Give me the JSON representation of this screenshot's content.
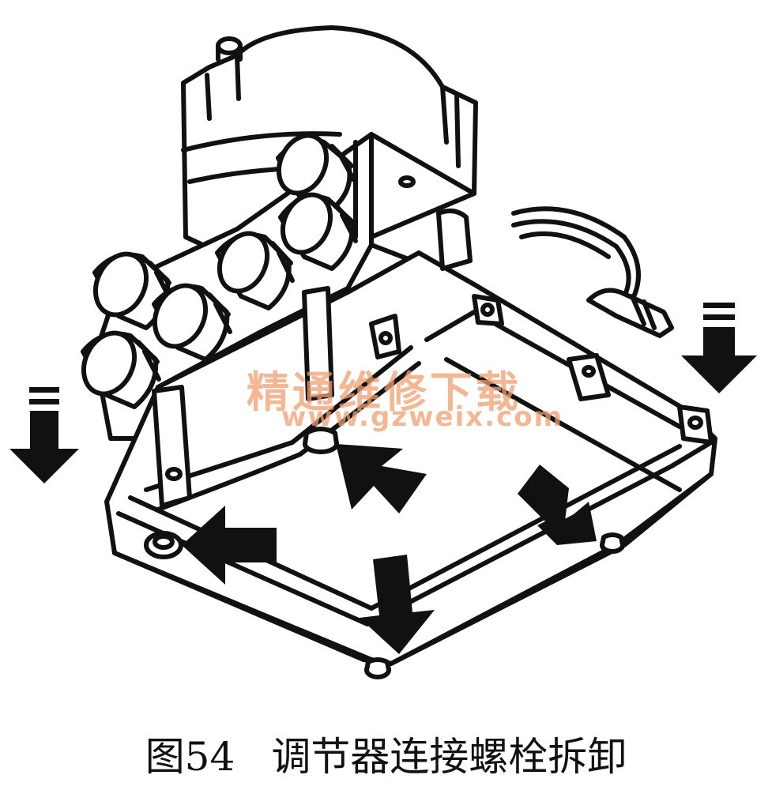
{
  "figure": {
    "number": "图54",
    "title": "调节器连接螺栓拆卸"
  },
  "watermark": {
    "text_cn": "精通维修下载",
    "url": "www.gzweix.com",
    "color": "#f0a070"
  },
  "colors": {
    "line": "#111111",
    "arrow": "#111111",
    "background": "#ffffff"
  },
  "arrows": [
    {
      "name": "arrow-left-down-small",
      "kind": "detail-down"
    },
    {
      "name": "arrow-right-down-small",
      "kind": "detail-down"
    },
    {
      "name": "arrow-to-bolt-top",
      "kind": "bolt-pointer"
    },
    {
      "name": "arrow-to-bolt-left",
      "kind": "bolt-pointer"
    },
    {
      "name": "arrow-to-bolt-bottom",
      "kind": "bolt-pointer"
    },
    {
      "name": "arrow-to-bolt-right",
      "kind": "bolt-pointer"
    }
  ]
}
